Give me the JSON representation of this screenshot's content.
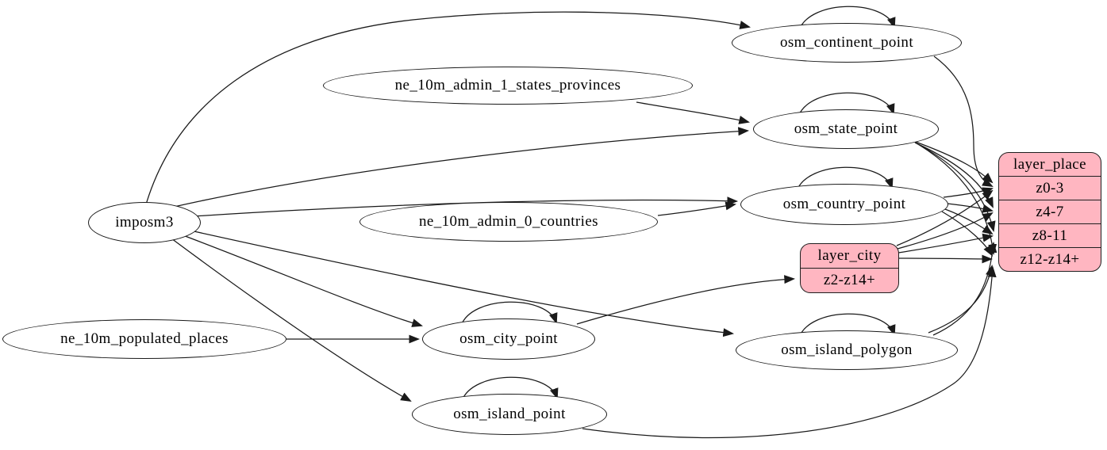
{
  "diagram": {
    "kind": "etl-graph",
    "colors": {
      "background": "#ffffff",
      "table_fill": "#ffffff",
      "layer_fill": "#ffb6c1",
      "stroke": "#1a1a1a",
      "edge": "#1a1a1a"
    },
    "nodes": [
      {
        "id": "imposm3",
        "label": "imposm3",
        "shape": "ellipse"
      },
      {
        "id": "ne_10m_admin_1_states_provinces",
        "label": "ne_10m_admin_1_states_provinces",
        "shape": "ellipse"
      },
      {
        "id": "ne_10m_admin_0_countries",
        "label": "ne_10m_admin_0_countries",
        "shape": "ellipse"
      },
      {
        "id": "ne_10m_populated_places",
        "label": "ne_10m_populated_places",
        "shape": "ellipse"
      },
      {
        "id": "osm_continent_point",
        "label": "osm_continent_point",
        "shape": "ellipse"
      },
      {
        "id": "osm_state_point",
        "label": "osm_state_point",
        "shape": "ellipse"
      },
      {
        "id": "osm_country_point",
        "label": "osm_country_point",
        "shape": "ellipse"
      },
      {
        "id": "osm_city_point",
        "label": "osm_city_point",
        "shape": "ellipse"
      },
      {
        "id": "osm_island_polygon",
        "label": "osm_island_polygon",
        "shape": "ellipse"
      },
      {
        "id": "osm_island_point",
        "label": "osm_island_point",
        "shape": "ellipse"
      }
    ],
    "record_nodes": [
      {
        "id": "layer_city",
        "header": "layer_city",
        "rows": [
          "z2-z14+"
        ]
      },
      {
        "id": "layer_place",
        "header": "layer_place",
        "rows": [
          "z0-3",
          "z4-7",
          "z8-11",
          "z12-z14+"
        ]
      }
    ],
    "self_loops": [
      "osm_continent_point",
      "osm_state_point",
      "osm_country_point",
      "osm_city_point",
      "osm_island_polygon",
      "osm_island_point"
    ],
    "edges": [
      {
        "from": "imposm3",
        "to": "osm_continent_point"
      },
      {
        "from": "imposm3",
        "to": "osm_state_point"
      },
      {
        "from": "imposm3",
        "to": "osm_country_point"
      },
      {
        "from": "imposm3",
        "to": "osm_city_point"
      },
      {
        "from": "imposm3",
        "to": "osm_island_polygon"
      },
      {
        "from": "imposm3",
        "to": "osm_island_point"
      },
      {
        "from": "ne_10m_admin_1_states_provinces",
        "to": "osm_state_point"
      },
      {
        "from": "ne_10m_admin_0_countries",
        "to": "osm_country_point"
      },
      {
        "from": "ne_10m_populated_places",
        "to": "osm_city_point"
      },
      {
        "from": "osm_continent_point",
        "to": "layer_place",
        "to_row": "z0-3"
      },
      {
        "from": "osm_state_point",
        "to": "layer_place",
        "to_row": "z0-3"
      },
      {
        "from": "osm_state_point",
        "to": "layer_place",
        "to_row": "z4-7"
      },
      {
        "from": "osm_state_point",
        "to": "layer_place",
        "to_row": "z8-11"
      },
      {
        "from": "osm_state_point",
        "to": "layer_place",
        "to_row": "z12-z14+"
      },
      {
        "from": "osm_country_point",
        "to": "layer_place",
        "to_row": "z0-3"
      },
      {
        "from": "osm_country_point",
        "to": "layer_place",
        "to_row": "z4-7"
      },
      {
        "from": "osm_country_point",
        "to": "layer_place",
        "to_row": "z8-11"
      },
      {
        "from": "osm_country_point",
        "to": "layer_place",
        "to_row": "z12-z14+"
      },
      {
        "from": "osm_city_point",
        "to": "layer_city",
        "to_row": "z2-z14+"
      },
      {
        "from": "layer_city",
        "to": "layer_place",
        "to_row": "z0-3"
      },
      {
        "from": "layer_city",
        "to": "layer_place",
        "to_row": "z4-7"
      },
      {
        "from": "layer_city",
        "to": "layer_place",
        "to_row": "z8-11"
      },
      {
        "from": "layer_city",
        "to": "layer_place",
        "to_row": "z12-z14+"
      },
      {
        "from": "osm_island_polygon",
        "to": "layer_place",
        "to_row": "z8-11"
      },
      {
        "from": "osm_island_polygon",
        "to": "layer_place",
        "to_row": "z12-z14+"
      },
      {
        "from": "osm_island_point",
        "to": "layer_place",
        "to_row": "z12-z14+"
      }
    ]
  }
}
